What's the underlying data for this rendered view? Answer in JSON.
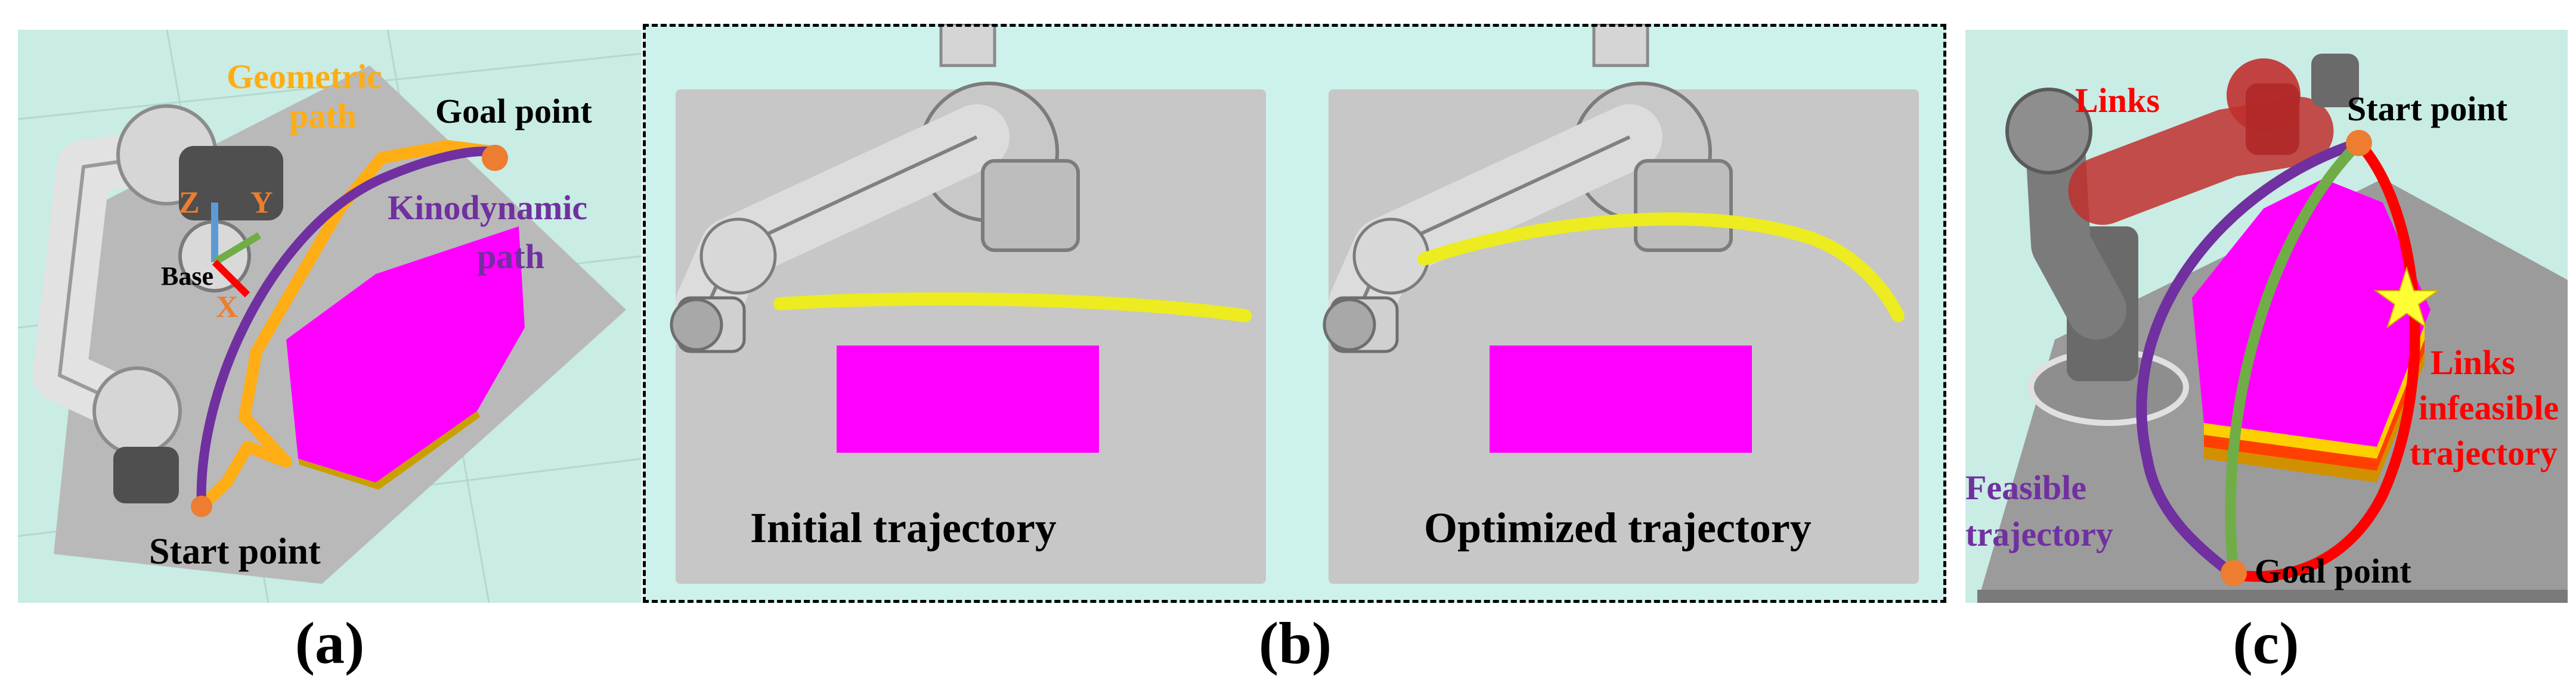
{
  "panel_a": {
    "label_geometric": "Geometric",
    "label_path": "path",
    "label_goal": "Goal point",
    "label_kino_1": "Kinodynamic",
    "label_kino_2": "path",
    "label_base": "Base",
    "label_start": "Start point",
    "axis_z": "Z",
    "axis_y": "Y",
    "axis_x": "X",
    "caption_letter": "a"
  },
  "panel_b": {
    "label_initial": "Initial trajectory",
    "label_optimized": "Optimized trajectory",
    "caption_letter": "b"
  },
  "panel_c": {
    "label_links": "Links",
    "label_start": "Start point",
    "label_links_infeasible_1": "Links",
    "label_links_infeasible_2": "infeasible",
    "label_links_infeasible_3": "trajectory",
    "label_feasible_1": "Feasible",
    "label_feasible_2": "trajectory",
    "label_goal": "Goal point",
    "caption_letter": "c"
  },
  "colors": {
    "scene_bg": "#c9ece4",
    "table_gray": "#b8b8b8",
    "obstacle_magenta": "#ff00ff",
    "geometric_orange": "#ffad14",
    "kinodynamic_purple": "#7030a0",
    "infeasible_red": "#ff0000",
    "feasible_green": "#70ad47",
    "trajectory_yellow": "#ecec20",
    "endpoint_orange": "#ed7d31",
    "star_yellow": "#ffff33"
  }
}
